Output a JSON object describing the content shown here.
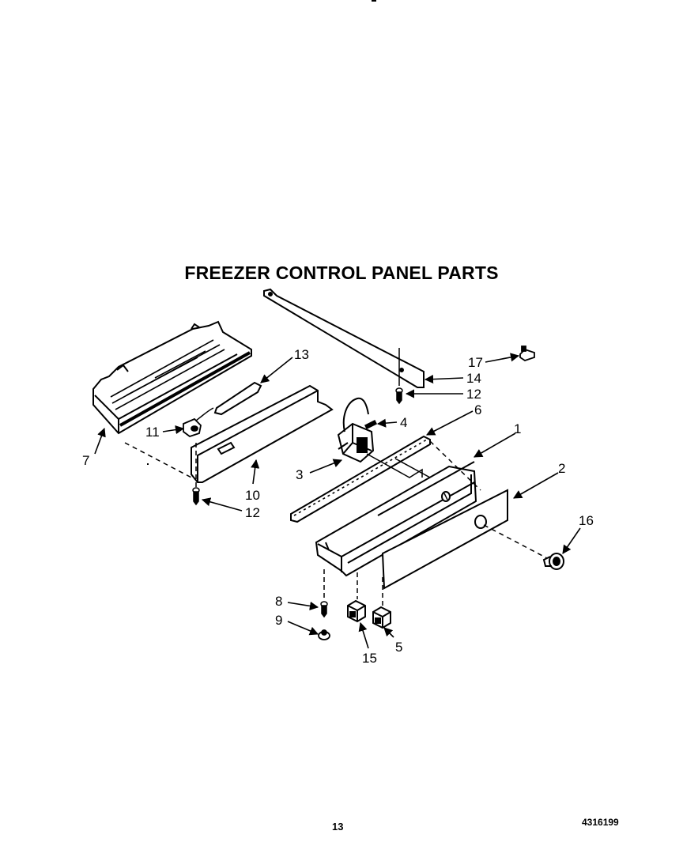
{
  "title": "FREEZER CONTROL PANEL PARTS",
  "page_number": "13",
  "doc_number": "4316199",
  "callouts": {
    "c1": "1",
    "c2": "2",
    "c3": "3",
    "c4": "4",
    "c5": "5",
    "c6": "6",
    "c7": "7",
    "c8": "8",
    "c9": "9",
    "c10": "10",
    "c11": "11",
    "c12a": "12",
    "c12b": "12",
    "c13": "13",
    "c14": "14",
    "c15": "15",
    "c16": "16",
    "c17": "17"
  }
}
